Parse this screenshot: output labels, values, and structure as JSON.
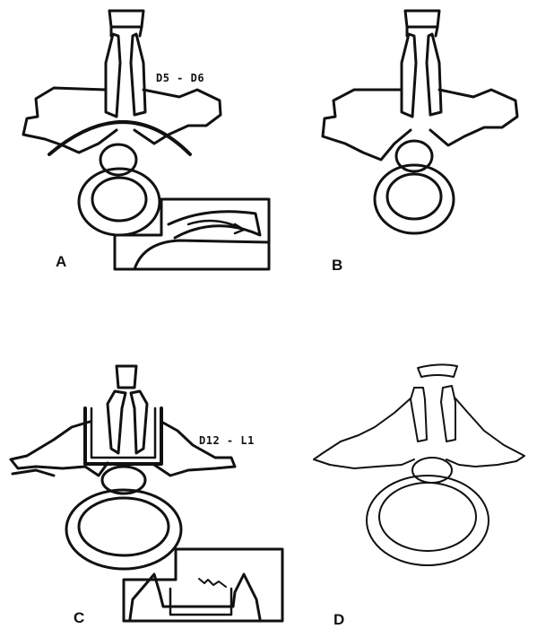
{
  "panels": [
    {
      "id": "A",
      "label": "A",
      "level": "D5 - D6"
    },
    {
      "id": "B",
      "label": "B"
    },
    {
      "id": "C",
      "label": "C",
      "level": "D12 - L1"
    },
    {
      "id": "D",
      "label": "D"
    }
  ],
  "ink_color": "#111111"
}
